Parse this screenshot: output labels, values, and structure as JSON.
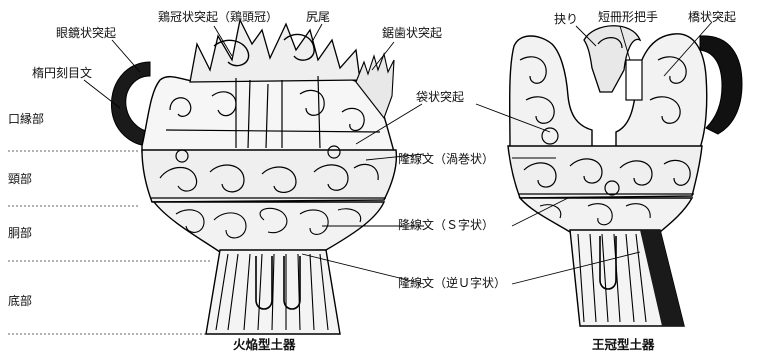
{
  "sections": [
    "口縁部",
    "頸部",
    "胴部",
    "底部"
  ],
  "callouts": {
    "megane": "眼鏡状突起",
    "keikan": "鶏冠状突起（鶏頭冠）",
    "shirio": "尻尾",
    "kyoshi": "鋸歯状突起",
    "daen": "楕円刻目文",
    "fukuro": "袋状突起",
    "uzumaki": "隆線文（渦巻状）",
    "s_ji": "隆線文（Ｓ字状）",
    "gyaku_u": "隆線文（逆Ｕ字状）",
    "eguri": "抉り",
    "tanzaku": "短冊形把手",
    "hashi": "橋状突起"
  },
  "captions": {
    "left": "火焔型土器",
    "right": "王冠型土器"
  }
}
